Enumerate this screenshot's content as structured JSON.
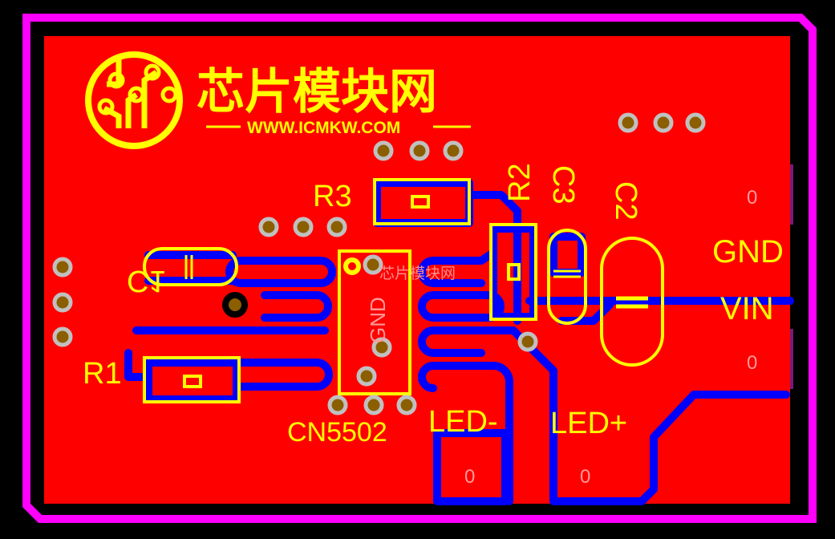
{
  "logo": {
    "title": "芯片模块网",
    "url": "WWW.ICMKW.COM"
  },
  "watermark": "芯片模块网",
  "labels": {
    "r1": "R1",
    "r2": "R2",
    "r3": "R3",
    "c1": "C1",
    "c2": "C2",
    "c3": "C3",
    "chip": "CN5502",
    "chip_net": "GND",
    "gnd": "GND",
    "vin": "VIN",
    "led_minus": "LED-",
    "led_plus": "LED+",
    "pad_net_1": "0",
    "pad_net_2": "0",
    "pad_net_3": "0",
    "pad_net_4": "0"
  },
  "colors": {
    "board": "#ff0000",
    "outline": "#ff00ff",
    "copper": "#0000ff",
    "silkscreen": "#ffff00",
    "background": "#000000"
  }
}
